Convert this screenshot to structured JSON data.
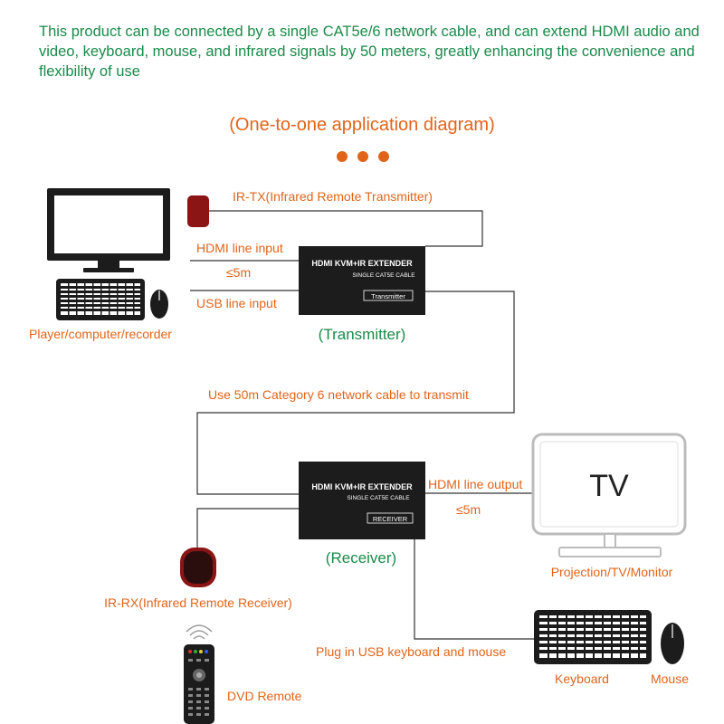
{
  "intro_text": "This product can be connected by a single CAT5e/6 network cable, and can extend HDMI audio and video, keyboard, mouse, and infrared signals by 50 meters, greatly enhancing the convenience and flexibility of use",
  "diagram_title": "(One-to-one application diagram)",
  "colors": {
    "accent": "#e0641a",
    "green": "#1a8a4a",
    "line": "#333333",
    "device": "#1c1c1c",
    "ir": "#8b1414"
  },
  "transmitter": {
    "title": "HDMI KVM+IR EXTENDER",
    "subtitle": "SINGLE CAT5E CABLE",
    "badge": "Transmitter",
    "caption": "(Transmitter)"
  },
  "receiver": {
    "title": "HDMI KVM+IR EXTENDER",
    "subtitle": "SINGLE CAT5E CABLE",
    "badge": "RECEIVER",
    "caption": "(Receiver)"
  },
  "labels": {
    "ir_tx": "IR-TX(Infrared Remote Transmitter)",
    "hdmi_in": "HDMI line input",
    "dist_in": "≤5m",
    "usb_in": "USB line input",
    "player": "Player/computer/recorder",
    "cable": "Use 50m Category 6 network cable to transmit",
    "hdmi_out": "HDMI line output",
    "dist_out": "≤5m",
    "tv_screen": "TV",
    "display": "Projection/TV/Monitor",
    "ir_rx": "IR-RX(Infrared Remote Receiver)",
    "usb_plug": "Plug in USB keyboard and mouse",
    "keyboard": "Keyboard",
    "mouse": "Mouse",
    "remote": "DVD Remote"
  }
}
